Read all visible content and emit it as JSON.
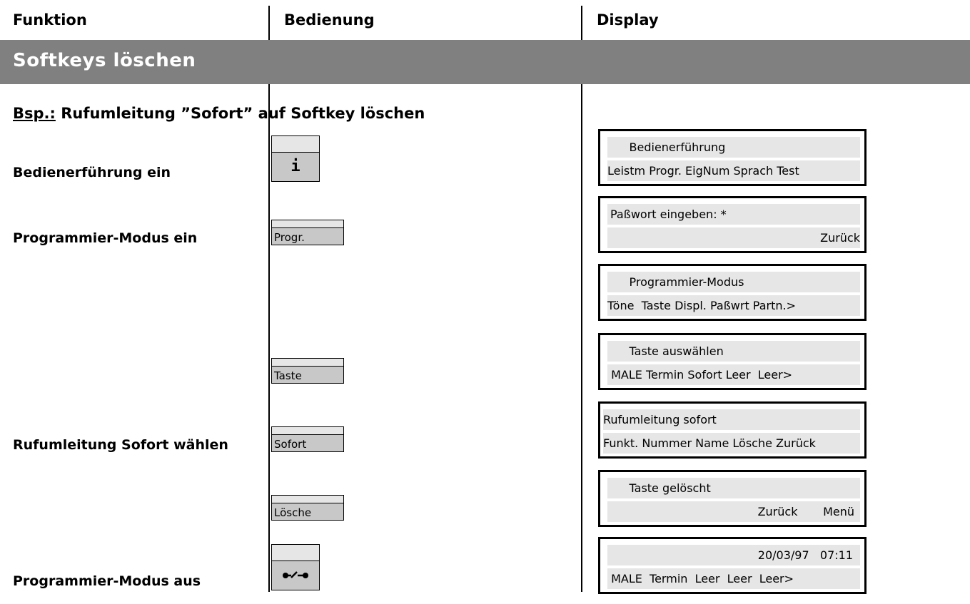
{
  "columns": {
    "funktion": "Funktion",
    "bedienung": "Bedienung",
    "display": "Display"
  },
  "section_title": "Softkeys löschen",
  "example": {
    "prefix": "Bsp.:",
    "text": " Rufumleitung ”Sofort”  auf Softkey löschen"
  },
  "functions": [
    "Bedienerführung ein",
    "Programmier-Modus ein",
    "Rufumleitung Sofort wählen",
    "Programmier-Modus aus"
  ],
  "keys": {
    "info": "i",
    "progr": "Progr.",
    "taste": "Taste",
    "sofort": "Sofort",
    "loesche": "Lösche",
    "hook": "hook-icon"
  },
  "displays": [
    {
      "line1": "      Bedienerführung",
      "line2": "Leistm Progr. EigNum Sprach Test"
    },
    {
      "line1": "Paßwort eingeben: *",
      "line2": "Zurück"
    },
    {
      "line1": "      Programmier-Modus",
      "line2": "Töne  Taste Displ. Paßwrt Partn.>"
    },
    {
      "line1": "      Taste auswählen",
      "line2": " MALE Termin Sofort Leer  Leer>"
    },
    {
      "line1": "Rufumleitung sofort",
      "line2": "Funkt. Nummer Name Lösche Zurück"
    },
    {
      "line1": "      Taste gelöscht",
      "line2": "Zurück       Menü"
    },
    {
      "line1": "20/03/97   07:11",
      "line2": " MALE  Termin  Leer  Leer  Leer>"
    }
  ]
}
